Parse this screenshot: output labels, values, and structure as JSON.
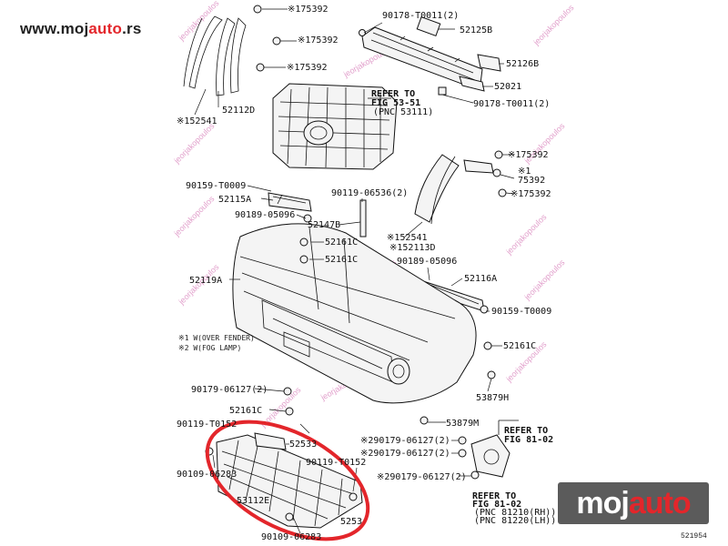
{
  "site": {
    "prefix": "www.",
    "brand_a": "moj",
    "brand_b": "auto",
    "suffix": ".rs"
  },
  "logo": {
    "part_a": "moj",
    "part_b": "auto"
  },
  "ref_number": "521954",
  "notes": {
    "note1": "※1 W(OVER FENDER)",
    "note2": "※2 W(FOG LAMP)"
  },
  "refer_grille": {
    "line1": "REFER TO",
    "line2": "FIG 53-51",
    "line3": "(PNC 53111)"
  },
  "refer_top_right": {
    "line1": "REFER TO",
    "line2": "FIG 81-02"
  },
  "refer_bottom": {
    "line1": "REFER TO",
    "line2": "FIG 81-02",
    "line3": "(PNC 81210(RH))",
    "line4": "(PNC 81220(LH))"
  },
  "watermark": "jeorjakopoulos",
  "labels": {
    "l75392_a": "※175392",
    "l75392_b": "※175392",
    "l75392_c": "※175392",
    "l52541_a": "※152541",
    "l52112D": "52112D",
    "l90178_a": "90178-T0011(2)",
    "l52125B": "52125B",
    "l52126B": "52126B",
    "l52021": "52021",
    "l90178_b": "90178-T0011(2)",
    "l75392_d": "※175392",
    "l1": "※1",
    "l75392_e": "75392",
    "l75392_f": "※175392",
    "l90159_a": "90159-T0009",
    "l52115A": "52115A",
    "l90189_a": "90189-05096",
    "l90119_a": "90119-06536(2)",
    "l52147B": "52147B",
    "l52541_b": "※152541",
    "l52113D": "※152113D",
    "l52161C_a": "52161C",
    "l52161C_b": "52161C",
    "l52119A": "52119A",
    "l90189_b": "90189-05096",
    "l52116A": "52116A",
    "l90159_b": "90159-T0009",
    "l52161C_c": "52161C",
    "l90179_a": "90179-06127(2)",
    "l53879H": "53879H",
    "l52161C_d": "52161C",
    "l90119_b": "90119-T0152",
    "l53879M": "53879M",
    "l52533": "52533",
    "l90179_b": "※290179-06127(2)",
    "l90179_c": "※290179-06127(2)",
    "l90109_a": "90109-06283",
    "l90119_c": "90119-T0152",
    "l90179_d": "※290179-06127(2)",
    "l53112E": "53112E",
    "l5253": "5253",
    "l90109_b": "90109-06283"
  }
}
